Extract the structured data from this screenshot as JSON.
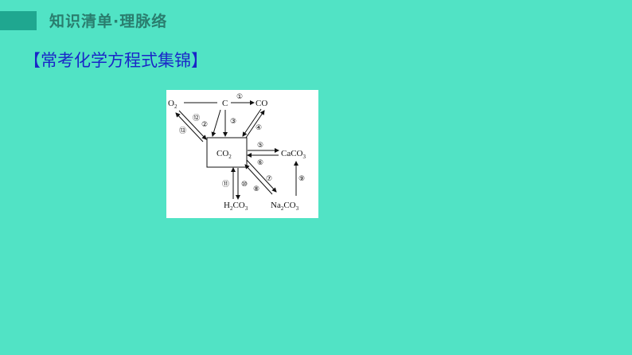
{
  "header": {
    "title": "知识清单·理脉络"
  },
  "section": {
    "title": "【常考化学方程式集锦】"
  },
  "diagram": {
    "nodes": {
      "o2": "O",
      "o2_sub": "2",
      "c": "C",
      "co": "CO",
      "co2": "CO",
      "co2_sub": "2",
      "caco3_a": "CaCO",
      "caco3_sub": "3",
      "h2co3_h": "H",
      "h2co3_sub1": "2",
      "h2co3_mid": "CO",
      "h2co3_sub2": "3",
      "na2co3_na": "Na",
      "na2co3_sub1": "2",
      "na2co3_mid": "CO",
      "na2co3_sub2": "3"
    },
    "reactions": [
      "①",
      "②",
      "③",
      "④",
      "⑤",
      "⑥",
      "⑦",
      "⑧",
      "⑨",
      "⑩",
      "⑪",
      "⑫",
      "⑬"
    ]
  }
}
